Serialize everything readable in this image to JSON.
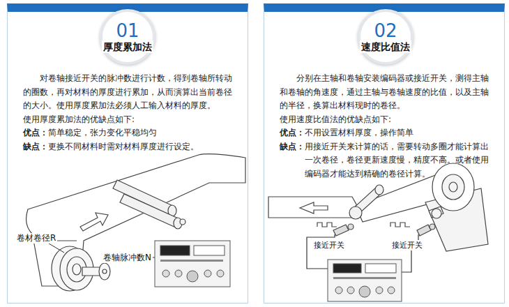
{
  "diagram": {
    "nodes": [
      {
        "text": [
          "对卷轴接近开关的脉冲数进行计数，得到卷轴所转动的圈数，再对材料的厚度进行累加，从而演算出当前卷径的大小。使用厚度累加法必须人工输入材料的厚度。",
          "使用厚度累加法的优缺点如下:",
          "优点：",
          "简单稳定，张力变化平稳均匀",
          "缺点：",
          "更换不同材料时需对材料厚度进行设定。"
        ]
      },
      {
        "text": [
          "01",
          "厚度累加法"
        ],
        "in": 0
      },
      {
        "text": [
          "分别在主轴和卷轴安装编码器或接近开关，测得主轴和卷轴的角速度，通过主轴与卷轴速度的比值，以及主轴的半径，换算出材料现时的卷径。",
          "使用速度比值法的优缺点如下:",
          "优点：",
          "不用设置材料厚度，操作简单",
          "缺点：",
          "用接近开关来计算的话，需要转动多圈才能计算出一次卷径，卷径更新速度慢，精度不高。或者使用编码器才能达到精确的卷径计算。"
        ]
      },
      {
        "text": [
          "02",
          "速度比值法"
        ],
        "in": 2
      }
    ],
    "labels": [
      "卷材卷径R",
      "卷轴脉冲数N",
      "接近开关",
      "接近开关"
    ]
  }
}
